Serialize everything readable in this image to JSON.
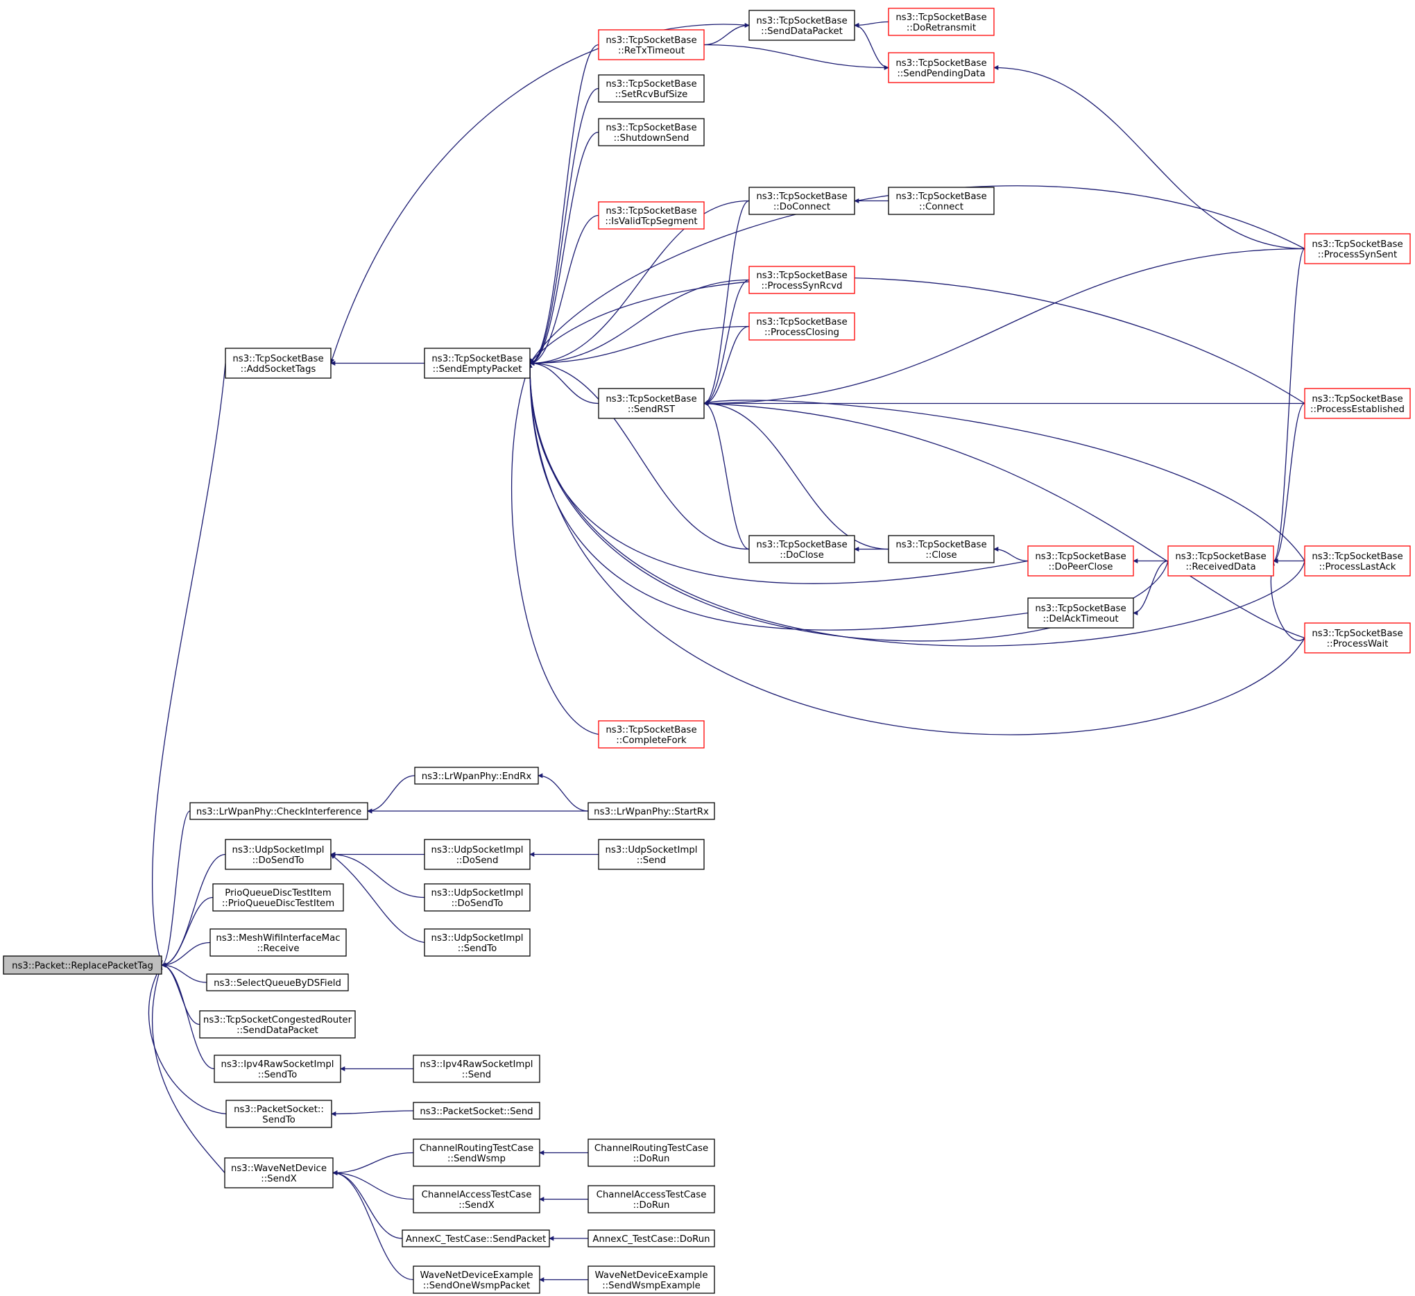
{
  "colors": {
    "edge": "#191970",
    "arrow_fill": "#191970",
    "node_border_default": "#000000",
    "node_border_truncated": "#ff0000",
    "root_fill": "#bfbfbf",
    "node_fill": "#ffffff"
  },
  "diagram": {
    "kind": "doxygen caller graph",
    "nodes": [
      {
        "id": "root",
        "lines": [
          "ns3::Packet::ReplacePacketTag"
        ],
        "style": "root"
      },
      {
        "id": "addSocketTags",
        "lines": [
          "ns3::TcpSocketBase",
          "::AddSocketTags"
        ],
        "style": "normal"
      },
      {
        "id": "sendEmptyPacket",
        "lines": [
          "ns3::TcpSocketBase",
          "::SendEmptyPacket"
        ],
        "style": "normal"
      },
      {
        "id": "sendDataPacket",
        "lines": [
          "ns3::TcpSocketBase",
          "::SendDataPacket"
        ],
        "style": "normal"
      },
      {
        "id": "doRetransmit",
        "lines": [
          "ns3::TcpSocketBase",
          "::DoRetransmit"
        ],
        "style": "red"
      },
      {
        "id": "reTxTimeout",
        "lines": [
          "ns3::TcpSocketBase",
          "::ReTxTimeout"
        ],
        "style": "red"
      },
      {
        "id": "sendPendingData",
        "lines": [
          "ns3::TcpSocketBase",
          "::SendPendingData"
        ],
        "style": "red"
      },
      {
        "id": "setRcvBufSize",
        "lines": [
          "ns3::TcpSocketBase",
          "::SetRcvBufSize"
        ],
        "style": "normal"
      },
      {
        "id": "shutdownSend",
        "lines": [
          "ns3::TcpSocketBase",
          "::ShutdownSend"
        ],
        "style": "normal"
      },
      {
        "id": "doConnect",
        "lines": [
          "ns3::TcpSocketBase",
          "::DoConnect"
        ],
        "style": "normal"
      },
      {
        "id": "connect",
        "lines": [
          "ns3::TcpSocketBase",
          "::Connect"
        ],
        "style": "normal"
      },
      {
        "id": "isValidTcpSegment",
        "lines": [
          "ns3::TcpSocketBase",
          "::IsValidTcpSegment"
        ],
        "style": "red"
      },
      {
        "id": "processSynSent",
        "lines": [
          "ns3::TcpSocketBase",
          "::ProcessSynSent"
        ],
        "style": "red"
      },
      {
        "id": "processSynRcvd",
        "lines": [
          "ns3::TcpSocketBase",
          "::ProcessSynRcvd"
        ],
        "style": "red"
      },
      {
        "id": "processClosing",
        "lines": [
          "ns3::TcpSocketBase",
          "::ProcessClosing"
        ],
        "style": "red"
      },
      {
        "id": "sendRST",
        "lines": [
          "ns3::TcpSocketBase",
          "::SendRST"
        ],
        "style": "normal"
      },
      {
        "id": "processEstablished",
        "lines": [
          "ns3::TcpSocketBase",
          "::ProcessEstablished"
        ],
        "style": "red"
      },
      {
        "id": "doClose",
        "lines": [
          "ns3::TcpSocketBase",
          "::DoClose"
        ],
        "style": "normal"
      },
      {
        "id": "close",
        "lines": [
          "ns3::TcpSocketBase",
          "::Close"
        ],
        "style": "normal"
      },
      {
        "id": "doPeerClose",
        "lines": [
          "ns3::TcpSocketBase",
          "::DoPeerClose"
        ],
        "style": "red"
      },
      {
        "id": "receivedData",
        "lines": [
          "ns3::TcpSocketBase",
          "::ReceivedData"
        ],
        "style": "red"
      },
      {
        "id": "processLastAck",
        "lines": [
          "ns3::TcpSocketBase",
          "::ProcessLastAck"
        ],
        "style": "red"
      },
      {
        "id": "delAckTimeout",
        "lines": [
          "ns3::TcpSocketBase",
          "::DelAckTimeout"
        ],
        "style": "normal"
      },
      {
        "id": "processWait",
        "lines": [
          "ns3::TcpSocketBase",
          "::ProcessWait"
        ],
        "style": "red"
      },
      {
        "id": "completeFork",
        "lines": [
          "ns3::TcpSocketBase",
          "::CompleteFork"
        ],
        "style": "red"
      },
      {
        "id": "endRx",
        "lines": [
          "ns3::LrWpanPhy::EndRx"
        ],
        "style": "normal"
      },
      {
        "id": "checkInterference",
        "lines": [
          "ns3::LrWpanPhy::CheckInterference"
        ],
        "style": "normal"
      },
      {
        "id": "startRx",
        "lines": [
          "ns3::LrWpanPhy::StartRx"
        ],
        "style": "normal"
      },
      {
        "id": "udpDoSendTo",
        "lines": [
          "ns3::UdpSocketImpl",
          "::DoSendTo"
        ],
        "style": "normal"
      },
      {
        "id": "udpDoSend",
        "lines": [
          "ns3::UdpSocketImpl",
          "::DoSend"
        ],
        "style": "normal"
      },
      {
        "id": "udpSend",
        "lines": [
          "ns3::UdpSocketImpl",
          "::Send"
        ],
        "style": "normal"
      },
      {
        "id": "udpDoSendTo2",
        "lines": [
          "ns3::UdpSocketImpl",
          "::DoSendTo"
        ],
        "style": "normal"
      },
      {
        "id": "udpSendTo",
        "lines": [
          "ns3::UdpSocketImpl",
          "::SendTo"
        ],
        "style": "normal"
      },
      {
        "id": "prioQueue",
        "lines": [
          "PrioQueueDiscTestItem",
          "::PrioQueueDiscTestItem"
        ],
        "style": "normal"
      },
      {
        "id": "meshReceive",
        "lines": [
          "ns3::MeshWifiInterfaceMac",
          "::Receive"
        ],
        "style": "normal"
      },
      {
        "id": "selectQueue",
        "lines": [
          "ns3::SelectQueueByDSField"
        ],
        "style": "normal"
      },
      {
        "id": "congestedRouter",
        "lines": [
          "ns3::TcpSocketCongestedRouter",
          "::SendDataPacket"
        ],
        "style": "normal"
      },
      {
        "id": "ipv4SendTo",
        "lines": [
          "ns3::Ipv4RawSocketImpl",
          "::SendTo"
        ],
        "style": "normal"
      },
      {
        "id": "ipv4Send",
        "lines": [
          "ns3::Ipv4RawSocketImpl",
          "::Send"
        ],
        "style": "normal"
      },
      {
        "id": "packetSocketSendTo",
        "lines": [
          "ns3::PacketSocket::",
          "SendTo"
        ],
        "style": "normal"
      },
      {
        "id": "packetSocketSend",
        "lines": [
          "ns3::PacketSocket::Send"
        ],
        "style": "normal"
      },
      {
        "id": "waveSendX",
        "lines": [
          "ns3::WaveNetDevice",
          "::SendX"
        ],
        "style": "normal"
      },
      {
        "id": "routingSendWsmp",
        "lines": [
          "ChannelRoutingTestCase",
          "::SendWsmp"
        ],
        "style": "normal"
      },
      {
        "id": "routingDoRun",
        "lines": [
          "ChannelRoutingTestCase",
          "::DoRun"
        ],
        "style": "normal"
      },
      {
        "id": "accessSendX",
        "lines": [
          "ChannelAccessTestCase",
          "::SendX"
        ],
        "style": "normal"
      },
      {
        "id": "accessDoRun",
        "lines": [
          "ChannelAccessTestCase",
          "::DoRun"
        ],
        "style": "normal"
      },
      {
        "id": "annexSendPacket",
        "lines": [
          "AnnexC_TestCase::SendPacket"
        ],
        "style": "normal"
      },
      {
        "id": "annexDoRun",
        "lines": [
          "AnnexC_TestCase::DoRun"
        ],
        "style": "normal"
      },
      {
        "id": "waveSendOne",
        "lines": [
          "WaveNetDeviceExample",
          "::SendOneWsmpPacket"
        ],
        "style": "normal"
      },
      {
        "id": "waveSendExample",
        "lines": [
          "WaveNetDeviceExample",
          "::SendWsmpExample"
        ],
        "style": "normal"
      }
    ],
    "edges": [
      [
        "addSocketTags",
        "root"
      ],
      [
        "checkInterference",
        "root"
      ],
      [
        "udpDoSendTo",
        "root"
      ],
      [
        "prioQueue",
        "root"
      ],
      [
        "meshReceive",
        "root"
      ],
      [
        "selectQueue",
        "root"
      ],
      [
        "congestedRouter",
        "root"
      ],
      [
        "ipv4SendTo",
        "root"
      ],
      [
        "packetSocketSendTo",
        "root"
      ],
      [
        "waveSendX",
        "root"
      ],
      [
        "sendEmptyPacket",
        "addSocketTags"
      ],
      [
        "sendDataPacket",
        "addSocketTags"
      ],
      [
        "doRetransmit",
        "sendDataPacket"
      ],
      [
        "reTxTimeout",
        "sendDataPacket"
      ],
      [
        "sendPendingData",
        "sendDataPacket"
      ],
      [
        "reTxTimeout",
        "sendEmptyPacket"
      ],
      [
        "setRcvBufSize",
        "sendEmptyPacket"
      ],
      [
        "shutdownSend",
        "sendEmptyPacket"
      ],
      [
        "doConnect",
        "sendEmptyPacket"
      ],
      [
        "isValidTcpSegment",
        "sendEmptyPacket"
      ],
      [
        "processSynSent",
        "sendEmptyPacket"
      ],
      [
        "processEstablished",
        "sendEmptyPacket"
      ],
      [
        "processSynRcvd",
        "sendEmptyPacket"
      ],
      [
        "processClosing",
        "sendEmptyPacket"
      ],
      [
        "sendRST",
        "sendEmptyPacket"
      ],
      [
        "doClose",
        "sendEmptyPacket"
      ],
      [
        "doPeerClose",
        "sendEmptyPacket"
      ],
      [
        "delAckTimeout",
        "sendEmptyPacket"
      ],
      [
        "receivedData",
        "sendEmptyPacket"
      ],
      [
        "processLastAck",
        "sendEmptyPacket"
      ],
      [
        "completeFork",
        "sendEmptyPacket"
      ],
      [
        "processWait",
        "sendEmptyPacket"
      ],
      [
        "reTxTimeout",
        "sendPendingData"
      ],
      [
        "processSynSent",
        "sendPendingData"
      ],
      [
        "connect",
        "doConnect"
      ],
      [
        "doConnect",
        "sendRST"
      ],
      [
        "processSynRcvd",
        "sendRST"
      ],
      [
        "processClosing",
        "sendRST"
      ],
      [
        "processSynSent",
        "sendRST"
      ],
      [
        "processEstablished",
        "sendRST"
      ],
      [
        "doClose",
        "sendRST"
      ],
      [
        "close",
        "sendRST"
      ],
      [
        "processLastAck",
        "sendRST"
      ],
      [
        "processWait",
        "sendRST"
      ],
      [
        "close",
        "doClose"
      ],
      [
        "doPeerClose",
        "close"
      ],
      [
        "receivedData",
        "doPeerClose"
      ],
      [
        "receivedData",
        "delAckTimeout"
      ],
      [
        "processSynSent",
        "receivedData"
      ],
      [
        "processEstablished",
        "receivedData"
      ],
      [
        "processLastAck",
        "receivedData"
      ],
      [
        "processWait",
        "receivedData"
      ],
      [
        "endRx",
        "checkInterference"
      ],
      [
        "startRx",
        "checkInterference"
      ],
      [
        "startRx",
        "endRx"
      ],
      [
        "udpDoSend",
        "udpDoSendTo"
      ],
      [
        "udpDoSendTo2",
        "udpDoSendTo"
      ],
      [
        "udpSendTo",
        "udpDoSendTo"
      ],
      [
        "udpSend",
        "udpDoSend"
      ],
      [
        "ipv4Send",
        "ipv4SendTo"
      ],
      [
        "packetSocketSend",
        "packetSocketSendTo"
      ],
      [
        "routingSendWsmp",
        "waveSendX"
      ],
      [
        "accessSendX",
        "waveSendX"
      ],
      [
        "annexSendPacket",
        "waveSendX"
      ],
      [
        "waveSendOne",
        "waveSendX"
      ],
      [
        "routingDoRun",
        "routingSendWsmp"
      ],
      [
        "accessDoRun",
        "accessSendX"
      ],
      [
        "annexDoRun",
        "annexSendPacket"
      ],
      [
        "waveSendExample",
        "waveSendOne"
      ]
    ]
  }
}
